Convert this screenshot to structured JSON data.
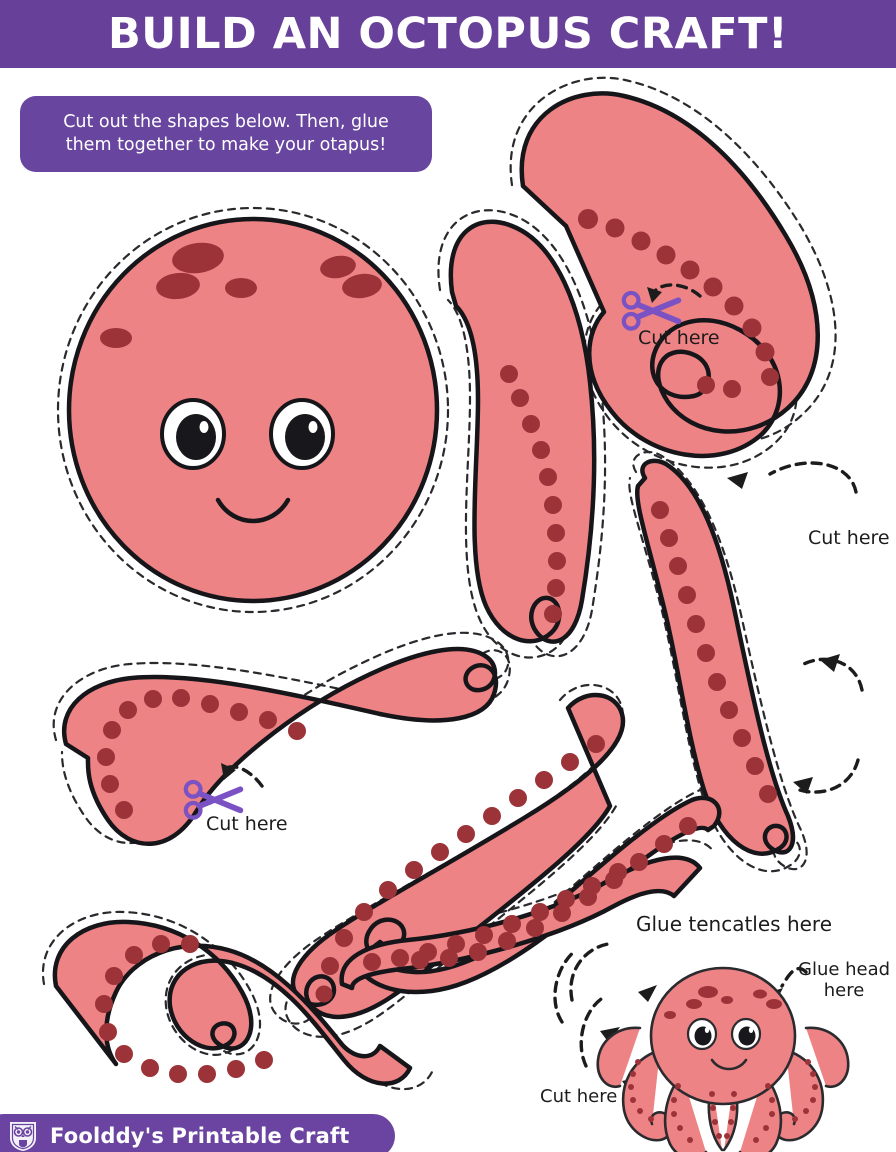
{
  "header": {
    "title": "BUILD AN OCTOPUS CRAFT!",
    "background_color": "#674099"
  },
  "instructions": {
    "text": "Cut out the shapes below. Then, glue them together to make your otapus!",
    "background_color": "#68459f"
  },
  "annotations": {
    "cut_here_top": "Cut here",
    "cut_here_left": "Cut here",
    "cut_here_right": "Cut here",
    "cut_here_bottom": "Cut here",
    "glue_tentacles": "Glue tencatles here",
    "glue_head": "Glue head\nhere"
  },
  "footer": {
    "brand": "Foolddy's Printable Craft",
    "logo_icon": "owl-shield-icon",
    "background_color": "#6a44a0"
  },
  "icons": {
    "scissors": "scissors-icon",
    "arrow": "arrow-icon"
  },
  "palette": {
    "body_fill": "#ee8385",
    "sucker": "#9b3338",
    "outline": "#16161a",
    "cut_line": "#2a2a2e",
    "scissors_purple": "#7b52c4",
    "eye_white": "#ffffff",
    "pupil": "#18181c",
    "page_background": "#ffffff"
  },
  "shapes": {
    "head_label": "octopus-head",
    "tentacle_count": 8,
    "mini_preview_label": "assembled-octopus-preview"
  }
}
